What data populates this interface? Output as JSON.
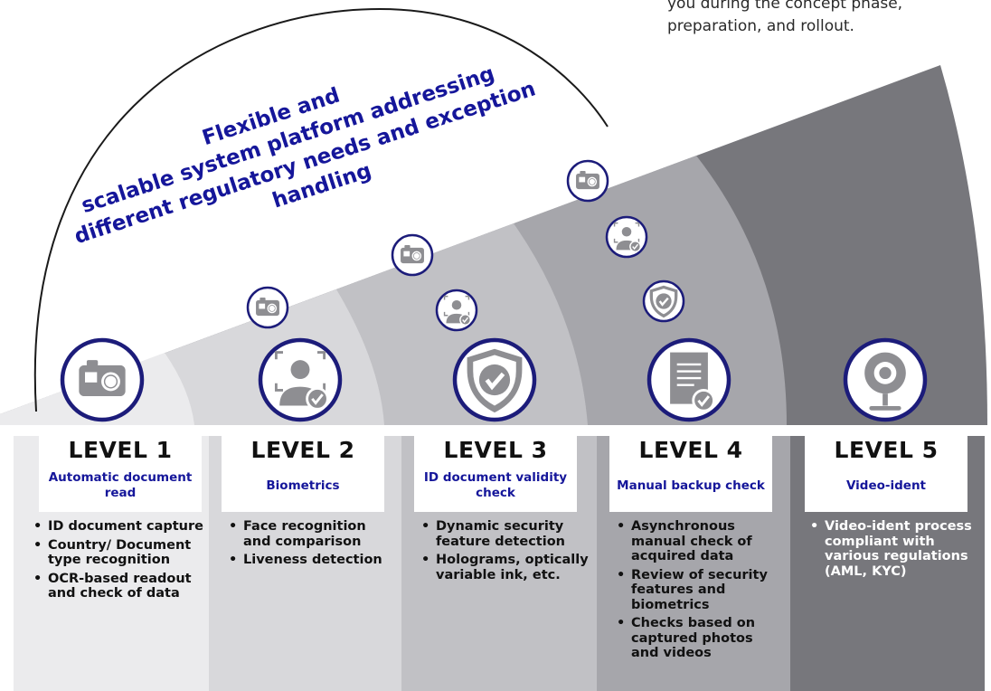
{
  "top_note": "you during the concept phase, preparation, and rollout.",
  "arc_caption": {
    "lines": [
      "Flexible and",
      "scalable system platform addressing",
      "different regulatory needs and exception",
      "handling"
    ],
    "color": "#15169a"
  },
  "colors": {
    "accent": "#15169a",
    "col_bg": [
      "#ebebed",
      "#d8d8db",
      "#c1c1c5",
      "#a6a6ab",
      "#77777c"
    ]
  },
  "levels": [
    {
      "label": "LEVEL 1",
      "subtitle": "Automatic document read",
      "icon": "camera-icon",
      "bullets": [
        "ID document capture",
        "Country/ Document type recognition",
        "OCR-based readout and check of data"
      ]
    },
    {
      "label": "LEVEL 2",
      "subtitle": "Biometrics",
      "icon": "face-verified-icon",
      "bullets": [
        "Face recognition and comparison",
        "Liveness detection"
      ]
    },
    {
      "label": "LEVEL 3",
      "subtitle": "ID document validity check",
      "icon": "shield-check-icon",
      "bullets": [
        "Dynamic security feature detection",
        "Holograms, optically variable ink, etc."
      ]
    },
    {
      "label": "LEVEL 4",
      "subtitle": "Manual backup check",
      "icon": "document-check-icon",
      "bullets": [
        "Asynchronous manual check of acquired data",
        "Review of security features and biometrics",
        "Checks based on captured photos and videos"
      ]
    },
    {
      "label": "LEVEL 5",
      "subtitle": "Video-ident",
      "icon": "webcam-icon",
      "bullets": [
        "Video-ident process compliant with various regulations (AML, KYC)"
      ]
    }
  ],
  "small_icons": {
    "level2": [
      "camera-icon"
    ],
    "level3": [
      "camera-icon",
      "face-verified-icon"
    ],
    "level4": [
      "camera-icon",
      "face-verified-icon",
      "shield-check-icon"
    ]
  }
}
